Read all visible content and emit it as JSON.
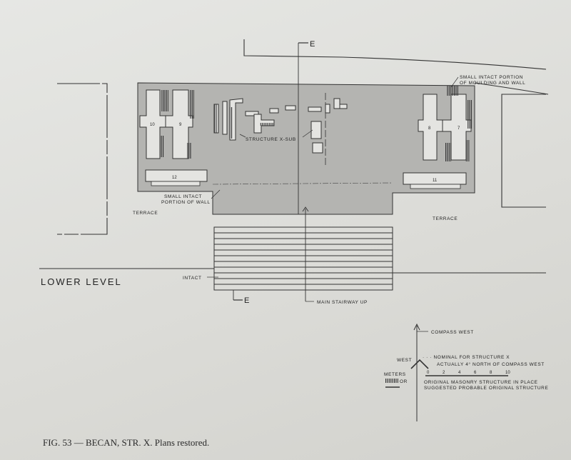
{
  "caption": "FIG. 53 — BECAN, STR. X. Plans restored.",
  "labels": {
    "section_mark": "E",
    "lower_level": "LOWER LEVEL",
    "terrace": "TERRACE",
    "small_intact_moulding": [
      "SMALL INTACT PORTION",
      "OF MOULDING AND WALL"
    ],
    "small_intact_wall": [
      "SMALL INTACT",
      "PORTION OF WALL"
    ],
    "structure_x_sub": "STRUCTURE X-SUB",
    "intact": "INTACT",
    "main_stairway": "MAIN STAIRWAY UP"
  },
  "rooms": [
    "10",
    "9",
    "8",
    "7",
    "12",
    "11"
  ],
  "legend": {
    "compass_west": "COMPASS WEST",
    "west": "WEST",
    "west_note": [
      "· · · NOMINAL FOR STRUCTURE X",
      "ACTUALLY 4° NORTH OF COMPASS WEST"
    ],
    "meters": "METERS",
    "scale_ticks": [
      "0",
      "2",
      "4",
      "6",
      "8",
      "10"
    ],
    "or": "OR",
    "masonry_note": [
      "ORIGINAL MASONRY STRUCTURE IN PLACE",
      "SUGGESTED PROBABLE ORIGINAL STRUCTURE"
    ]
  },
  "colors": {
    "paper": "#e1e2df",
    "fill": "#b4b4b1",
    "line": "#333333"
  }
}
